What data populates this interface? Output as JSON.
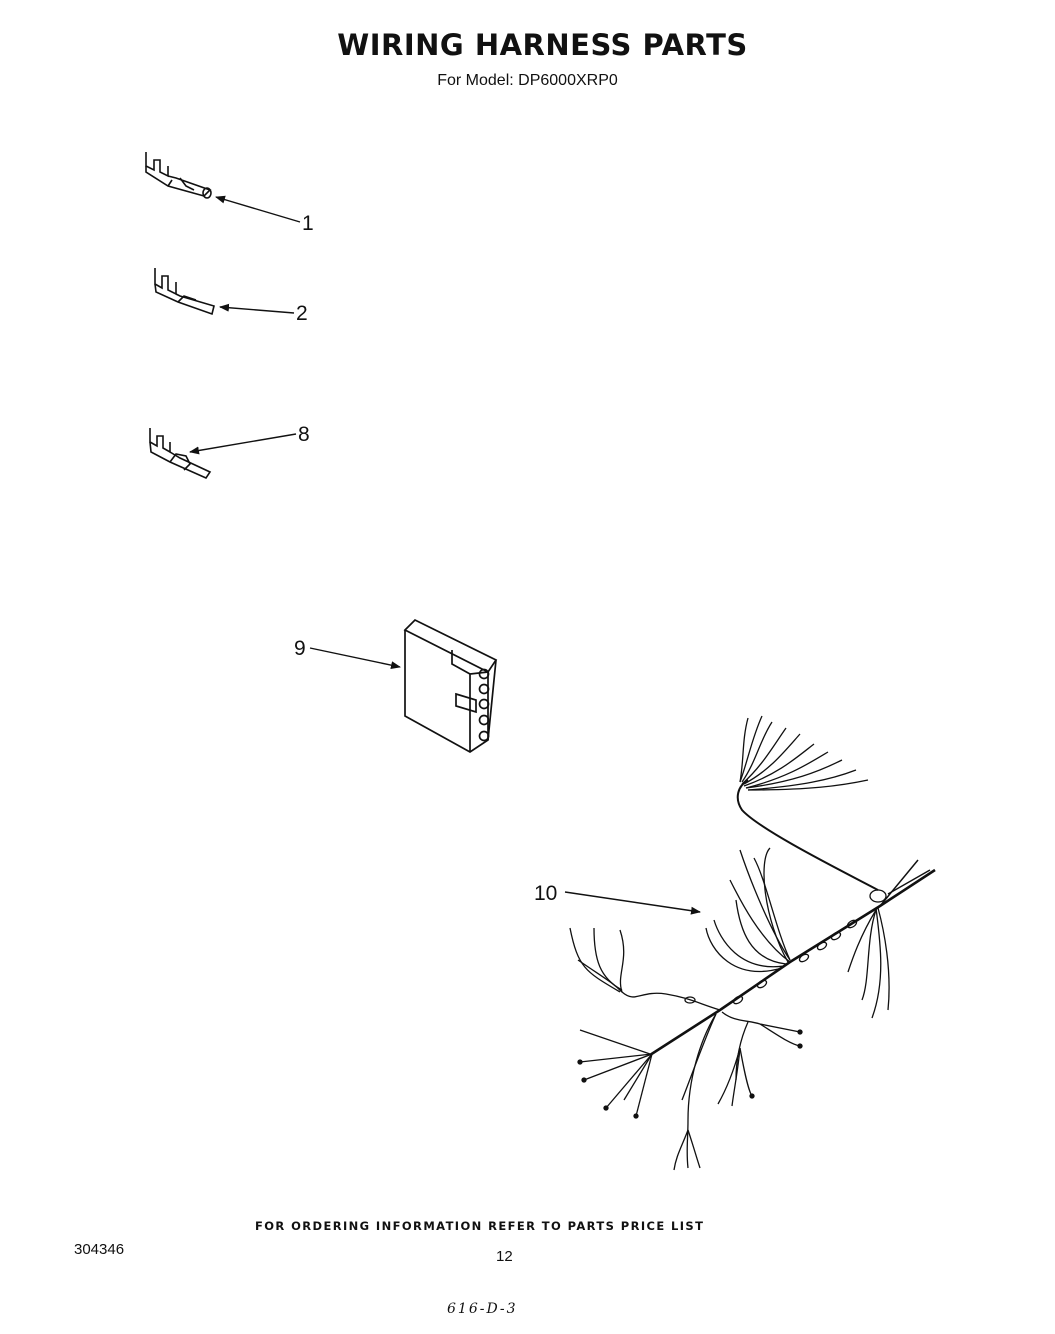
{
  "header": {
    "title": "WIRING HARNESS PARTS",
    "subtitle": "For Model: DP6000XRP0"
  },
  "parts": [
    {
      "callout": "1",
      "icon": "terminal-icon"
    },
    {
      "callout": "2",
      "icon": "flat-terminal-icon"
    },
    {
      "callout": "8",
      "icon": "terminal-icon"
    },
    {
      "callout": "9",
      "icon": "connector-block-icon"
    },
    {
      "callout": "10",
      "icon": "wiring-harness-icon"
    }
  ],
  "footer": {
    "ordering_note": "FOR ORDERING INFORMATION REFER TO PARTS PRICE LIST",
    "doc_number": "304346",
    "page_number": "12",
    "handwritten_code": "616-D-3"
  }
}
